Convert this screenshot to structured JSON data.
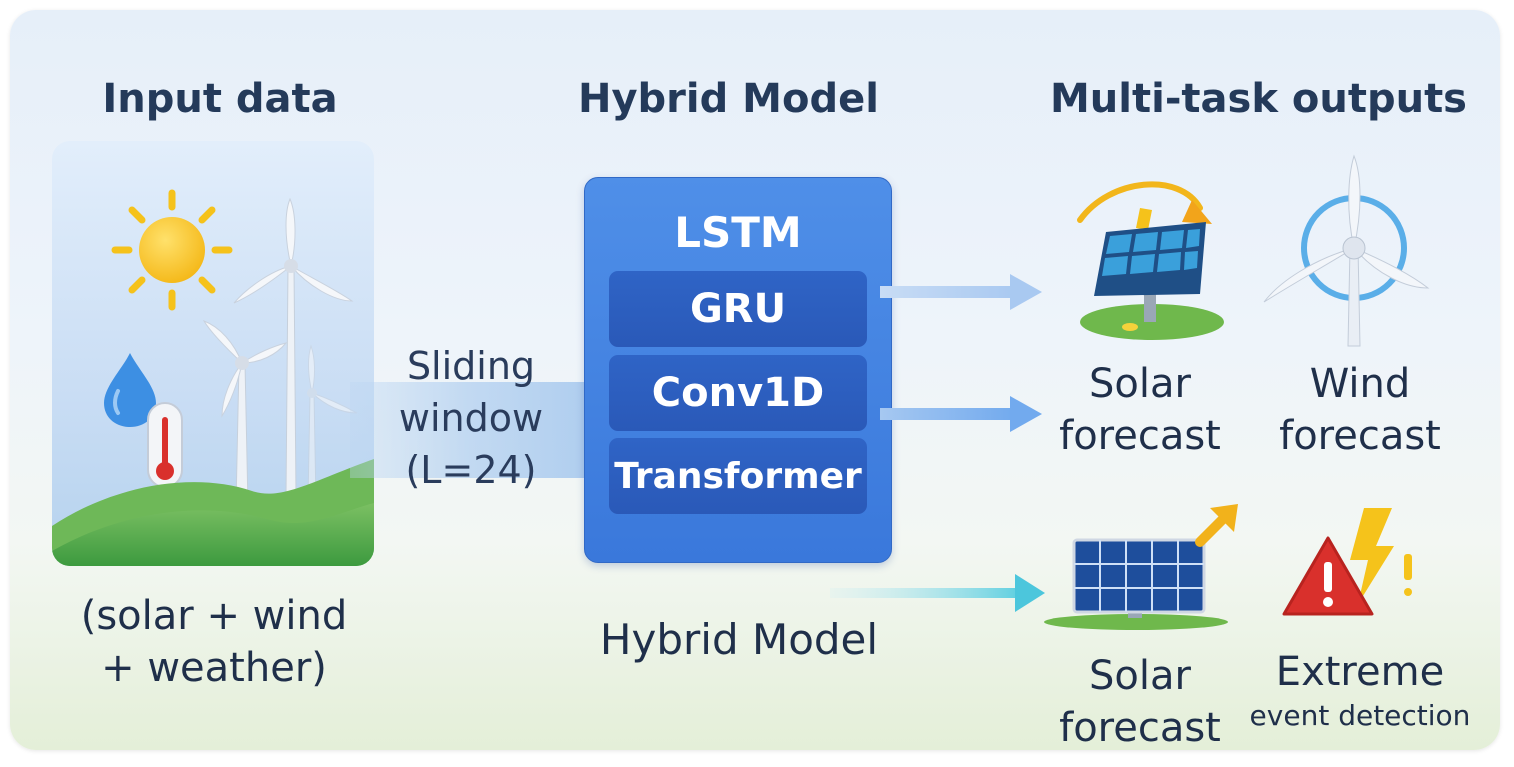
{
  "headings": {
    "input": "Input data",
    "model": "Hybrid Model",
    "outputs": "Multi-task outputs"
  },
  "input": {
    "caption_line1": "(solar + wind",
    "caption_line2": "+ weather)"
  },
  "window": {
    "line1": "Sliding",
    "line2": "window",
    "line3": "(L=24)"
  },
  "model": {
    "top_layer": "LSTM",
    "layers": [
      "GRU",
      "Conv1D",
      "Transformer"
    ],
    "caption": "Hybrid Model"
  },
  "outputs": [
    {
      "line1": "Solar",
      "line2": "forecast",
      "icon": "solar-panel-sun-icon"
    },
    {
      "line1": "Wind",
      "line2": "forecast",
      "icon": "wind-turbine-icon"
    },
    {
      "line1": "Solar",
      "line2": "forecast",
      "icon": "solar-panel-trend-icon"
    },
    {
      "line1": "Extreme",
      "line2": "event detection",
      "icon": "warning-lightning-icon"
    }
  ],
  "colors": {
    "model_box": "#3a78db",
    "model_layer": "#2c5ec0",
    "heading_text": "#243a5a",
    "arrow_blue": "#8ab8f2",
    "arrow_teal": "#4cc6dc"
  }
}
